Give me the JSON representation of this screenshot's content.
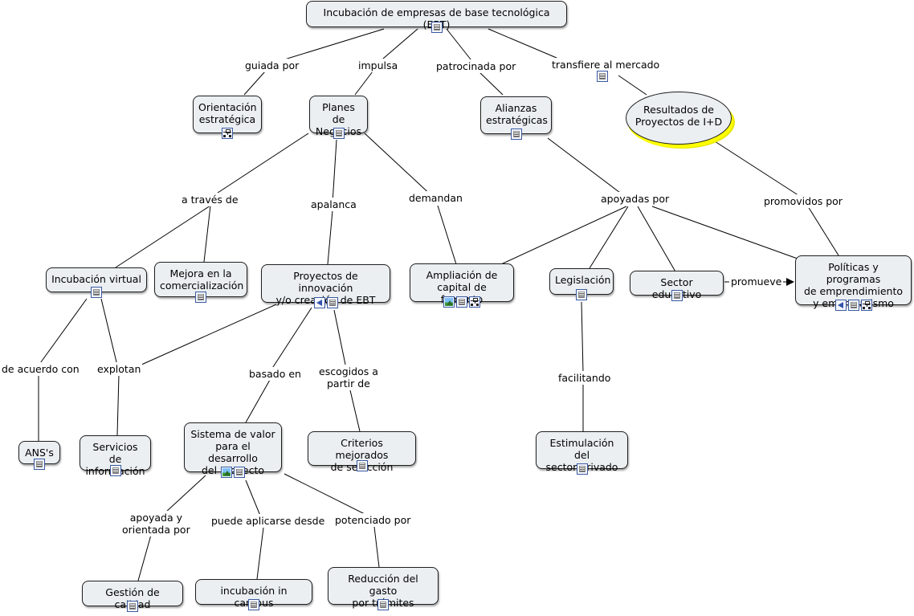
{
  "diagram": {
    "nodes": {
      "root": {
        "text": "Incubación de empresas de base tecnológica (EBT)",
        "icons": [
          "doc"
        ]
      },
      "orientacion": {
        "text": "Orientación\nestratégica",
        "icons": [
          "cmap"
        ]
      },
      "planes": {
        "text": "Planes de\nNegocios",
        "icons": [
          "doc"
        ]
      },
      "alianzas": {
        "text": "Alianzas\nestratégicas",
        "icons": [
          "doc"
        ]
      },
      "resultados": {
        "text": "Resultados de\nProyectos de I+D",
        "icons": []
      },
      "incubacion_virtual": {
        "text": "Incubación virtual",
        "icons": [
          "doc"
        ]
      },
      "mejora": {
        "text": "Mejora en la\ncomercialización",
        "icons": [
          "doc"
        ]
      },
      "proyectos": {
        "text": "Proyectos de innovación\ny/o creación de EBT",
        "icons": [
          "audio",
          "doc"
        ]
      },
      "ampliacion": {
        "text": "Ampliación de\ncapital de fomento",
        "icons": [
          "img",
          "doc",
          "cmap"
        ]
      },
      "legislacion": {
        "text": "Legislación",
        "icons": [
          "doc"
        ]
      },
      "sector": {
        "text": "Sector educativo",
        "icons": [
          "doc"
        ]
      },
      "politicas": {
        "text": "Políticas y programas\nde emprendimiento\ny empresarismo",
        "icons": [
          "audio",
          "doc",
          "cmap"
        ]
      },
      "ans": {
        "text": "ANS's",
        "icons": [
          "doc"
        ]
      },
      "servicios": {
        "text": "Servicios de\ninformación",
        "icons": [
          "doc"
        ]
      },
      "sistema": {
        "text": "Sistema de valor\npara el desarrollo\ndel proyecto",
        "icons": [
          "img",
          "doc"
        ]
      },
      "criterios": {
        "text": "Criterios mejorados\nde selección",
        "icons": [
          "doc"
        ]
      },
      "estimulacion": {
        "text": "Estimulación del\nsector privado",
        "icons": [
          "doc"
        ]
      },
      "gestion": {
        "text": "Gestión de calidad",
        "icons": [
          "doc"
        ]
      },
      "incubacion_campus": {
        "text": "incubación in campus",
        "icons": [
          "doc"
        ]
      },
      "reduccion": {
        "text": "Reducción del gasto\npor trámites",
        "icons": [
          "doc"
        ]
      }
    },
    "links": {
      "guiada": "guiada por",
      "impulsa": "impulsa",
      "patrocinada": "patrocinada por",
      "transfiere": "transfiere al mercado",
      "traves": "a través de",
      "apalanca": "apalanca",
      "demandan": "demandan",
      "apoyadas": "apoyadas por",
      "promovidos": "promovidos por",
      "acuerdo": "de acuerdo con",
      "explotan": "explotan",
      "basado": "basado en",
      "escogidos": "escogidos a\npartir de",
      "facilitando": "facilitando",
      "promueve": "promueve",
      "apoyada": "apoyada y\norientada por",
      "aplicarse": "puede aplicarse desde",
      "potenciado": "potenciado por"
    },
    "colors": {
      "node_fill": "#ebeff2",
      "node_border": "#1f1f1f",
      "line": "#000000",
      "selection_highlight": "#ffff00"
    }
  }
}
